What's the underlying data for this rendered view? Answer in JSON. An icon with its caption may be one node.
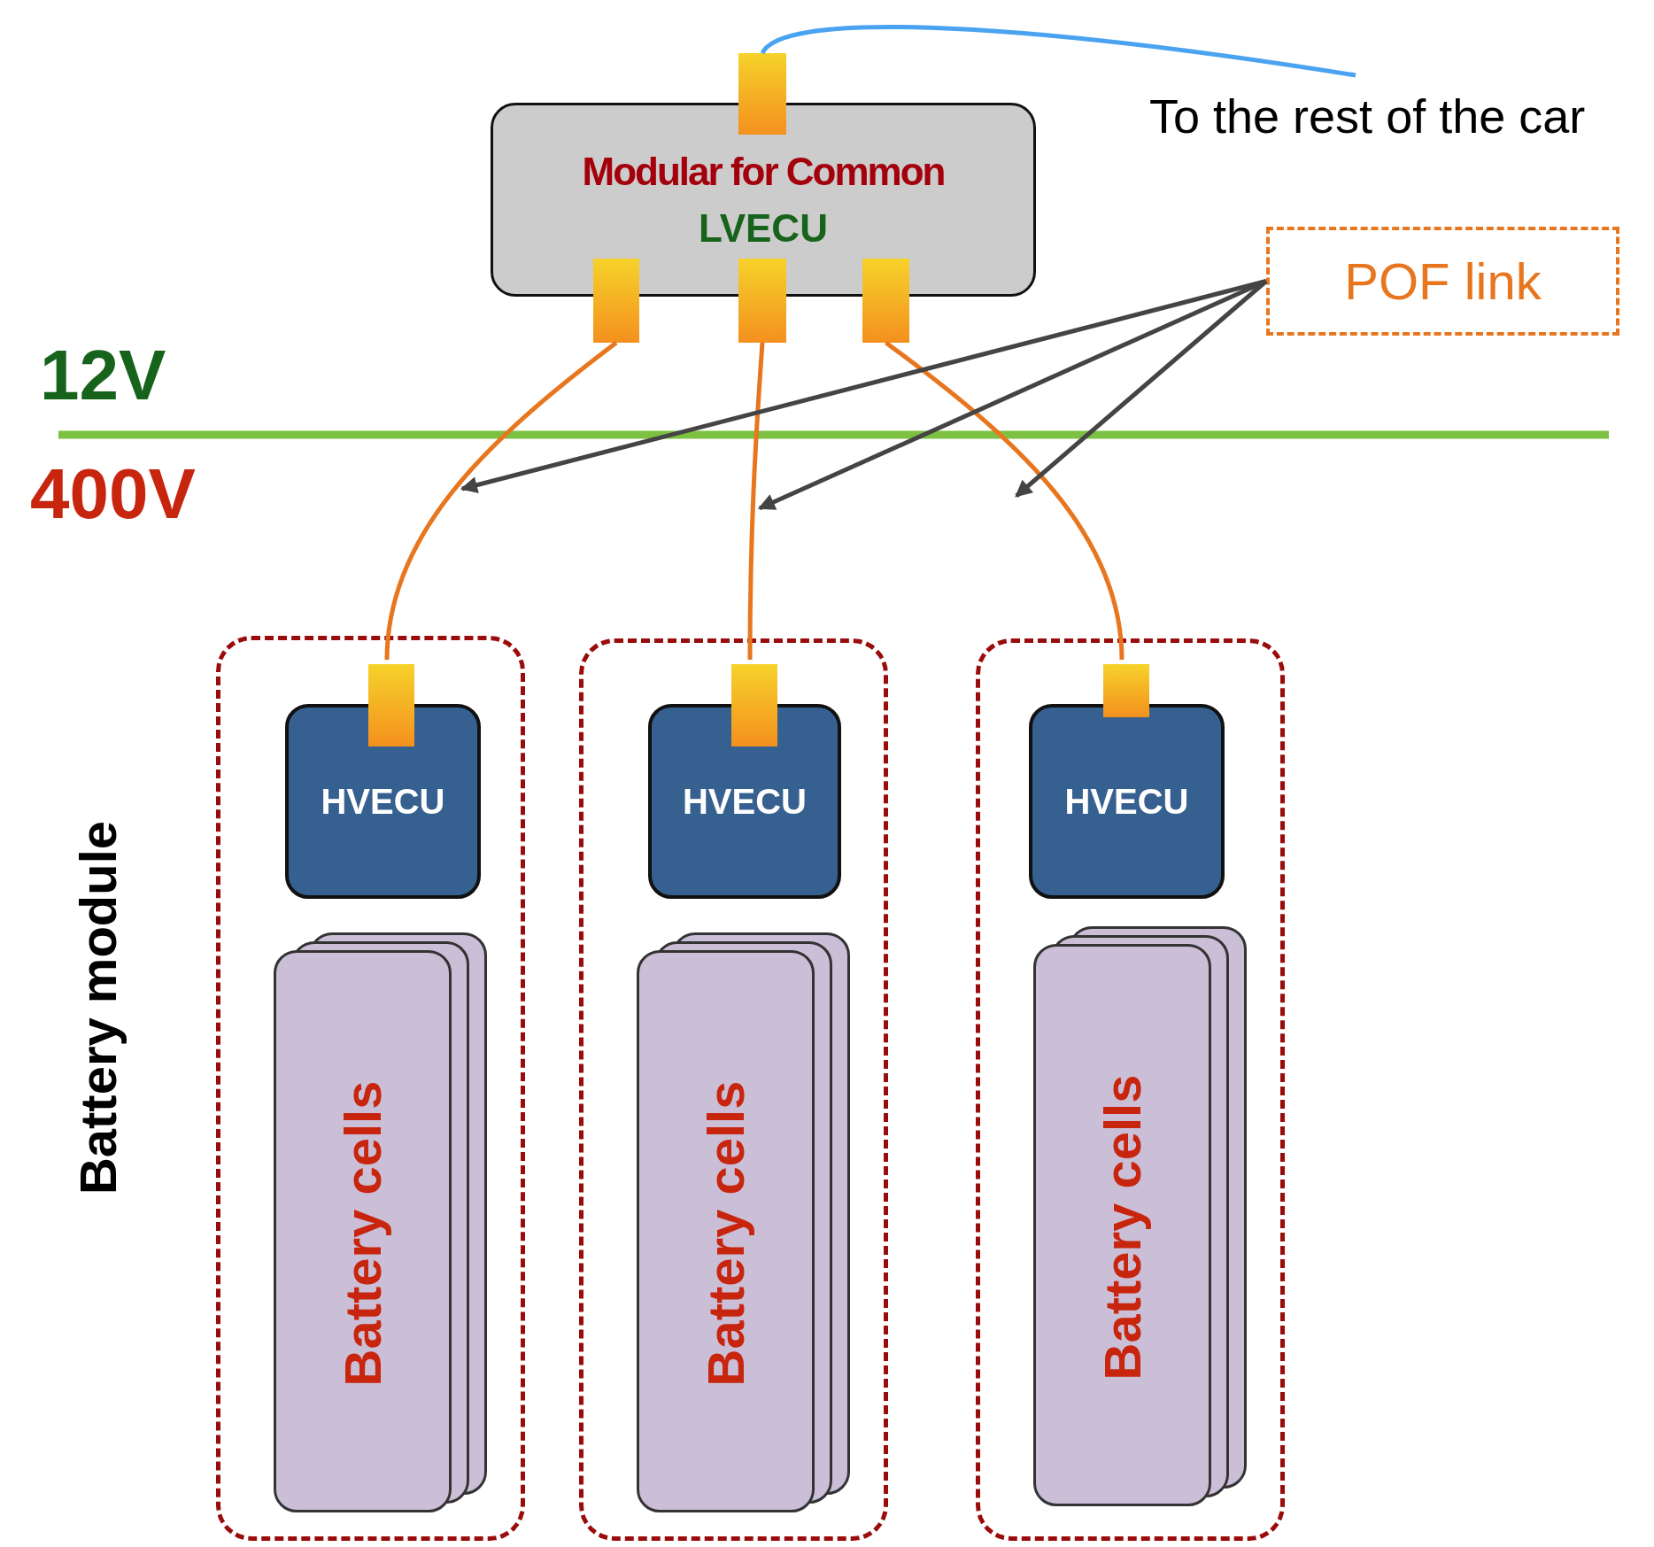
{
  "diagram": {
    "nodes": [
      {
        "text": [
          "Modular for Common",
          "LVECU"
        ]
      },
      {
        "text": [],
        "shape": "box"
      },
      {
        "text": [],
        "shape": "box"
      },
      {
        "text": [],
        "shape": "box"
      },
      {
        "text": [],
        "shape": "box"
      },
      {
        "text": [
          "POF link"
        ]
      },
      {
        "text": [],
        "shape": "box"
      },
      {
        "text": [],
        "shape": "box",
        "in": 6
      },
      {
        "text": [
          "HVECU"
        ],
        "in": 6
      },
      {
        "text": [
          "Battery cells"
        ],
        "in": 6
      },
      {
        "text": [],
        "shape": "box"
      },
      {
        "text": [],
        "shape": "box",
        "in": 10
      },
      {
        "text": [
          "HVECU"
        ],
        "in": 10
      },
      {
        "text": [
          "Battery cells"
        ],
        "in": 10
      },
      {
        "text": [],
        "shape": "box"
      },
      {
        "text": [],
        "shape": "box",
        "in": 14
      },
      {
        "text": [
          "HVECU"
        ],
        "in": 14
      },
      {
        "text": [
          "Battery cells"
        ],
        "in": 14
      }
    ],
    "edges": [
      {
        "from": 1,
        "to": null,
        "arrow": "none",
        "color": "#4aa3f0"
      },
      {
        "from": 2,
        "to": 7,
        "arrow": "none",
        "color": "#e8761e"
      },
      {
        "from": 3,
        "to": 11,
        "arrow": "none",
        "color": "#e8761e"
      },
      {
        "from": 4,
        "to": 15,
        "arrow": "none",
        "color": "#e8761e"
      },
      {
        "from": 5,
        "to": null,
        "arrow": "to",
        "color": "#444444"
      },
      {
        "from": 5,
        "to": null,
        "arrow": "to",
        "color": "#444444"
      },
      {
        "from": 5,
        "to": null,
        "arrow": "to",
        "color": "#444444"
      }
    ],
    "labels": [
      "To the rest of the car",
      "12V",
      "400V",
      "Battery module"
    ]
  }
}
